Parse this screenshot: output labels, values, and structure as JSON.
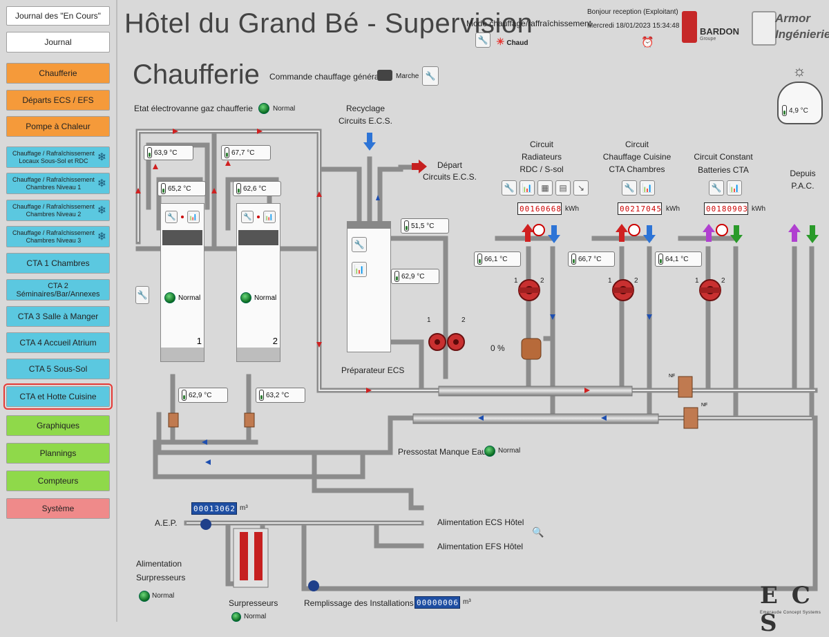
{
  "sidebar": {
    "items": [
      {
        "label": "Journal des \"En Cours\""
      },
      {
        "label": "Journal"
      },
      {
        "label": "Chaufferie"
      },
      {
        "label": "Départs ECS / EFS"
      },
      {
        "label": "Pompe à Chaleur"
      },
      {
        "label": "Chauffage / Rafraîchissement\nLocaux Sous-Sol et RDC"
      },
      {
        "label": "Chauffage / Rafraîchissement\nChambres Niveau 1"
      },
      {
        "label": "Chauffage / Rafraîchissement\nChambres Niveau 2"
      },
      {
        "label": "Chauffage / Rafraîchissement\nChambres Niveau 3"
      },
      {
        "label": "CTA 1 Chambres"
      },
      {
        "label": "CTA 2 Séminaires/Bar/Annexes"
      },
      {
        "label": "CTA 3 Salle à Manger"
      },
      {
        "label": "CTA 4 Accueil Atrium"
      },
      {
        "label": "CTA 5 Sous-Sol"
      },
      {
        "label": "CTA et Hotte Cuisine"
      },
      {
        "label": "Graphiques"
      },
      {
        "label": "Plannings"
      },
      {
        "label": "Compteurs"
      },
      {
        "label": "Système"
      }
    ]
  },
  "header": {
    "title": "Hôtel du Grand Bé - Supervision",
    "page_title": "Chaufferie",
    "mode_label": "Mode chauffage/raffraîchissement",
    "mode_value": "Chaud",
    "greeting": "Bonjour reception (Exploitant)",
    "datetime": "Mercredi 18/01/2023 15:34:48",
    "brand1": "BARDON",
    "brand1_sub": "Groupe",
    "brand2_line1": "Armor",
    "brand2_line2": "Ingénierie",
    "outdoor_temp": "4,9 °C"
  },
  "controls": {
    "general_cmd_label": "Commande chauffage générale",
    "general_cmd_state": "Marche",
    "gas_valve_label": "Etat électrovanne gaz chaufferie",
    "gas_valve_state": "Normal"
  },
  "boilers": [
    {
      "status": "Normal",
      "number": "1",
      "temp_top": "63,9 °C",
      "temp_mid": "65,2 °C",
      "temp_bottom": "62,9 °C"
    },
    {
      "status": "Normal",
      "number": "2",
      "temp_top": "67,7 °C",
      "temp_mid": "62,6 °C",
      "temp_bottom": "63,2 °C"
    }
  ],
  "ecs": {
    "recycle_label": "Recyclage\nCircuits E.C.S.",
    "depart_label": "Départ\nCircuits E.C.S.",
    "preparer_label": "Préparateur ECS",
    "temp_top": "51,5 °C",
    "temp_mid": "62,9 °C",
    "pump1": "1",
    "pump2": "2"
  },
  "circuits": [
    {
      "title": "Circuit\nRadiateurs\nRDC / S-sol",
      "counter": "00160668",
      "unit": "kWh",
      "temp": "66,1 °C",
      "valve": "0 %"
    },
    {
      "title": "Circuit\nChauffage Cuisine\nCTA Chambres",
      "counter": "00217045",
      "unit": "kWh",
      "temp": "66,7 °C"
    },
    {
      "title": "Circuit Constant\nBatteries CTA",
      "counter": "00180903",
      "unit": "kWh",
      "temp": "64,1 °C"
    },
    {
      "title": "Depuis\nP.A.C."
    }
  ],
  "pump_labels": {
    "one": "1",
    "two": "2"
  },
  "nf_label": "NF",
  "water": {
    "pressostat_label": "Pressostat Manque Eau",
    "pressostat_state": "Normal",
    "aep_label": "A.E.P.",
    "aep_counter": "00013062",
    "aep_unit": "m³",
    "alim_ecs": "Alimentation ECS Hôtel",
    "alim_efs": "Alimentation EFS Hôtel",
    "alim_surp_label": "Alimentation\nSurpresseurs",
    "alim_surp_state": "Normal",
    "surp_label": "Surpresseurs",
    "surp_state": "Normal",
    "fill_label": "Remplissage des Installations",
    "fill_counter": "00000006",
    "fill_unit": "m³"
  },
  "footer_logo": {
    "main": "E C S",
    "sub": "Emeraude Concept Systems"
  },
  "colors": {
    "orange": "#f59a3a",
    "blue": "#5bc8e0",
    "green": "#8fd94a",
    "red": "#ef8a8a",
    "pipe": "#a9a9a9"
  }
}
